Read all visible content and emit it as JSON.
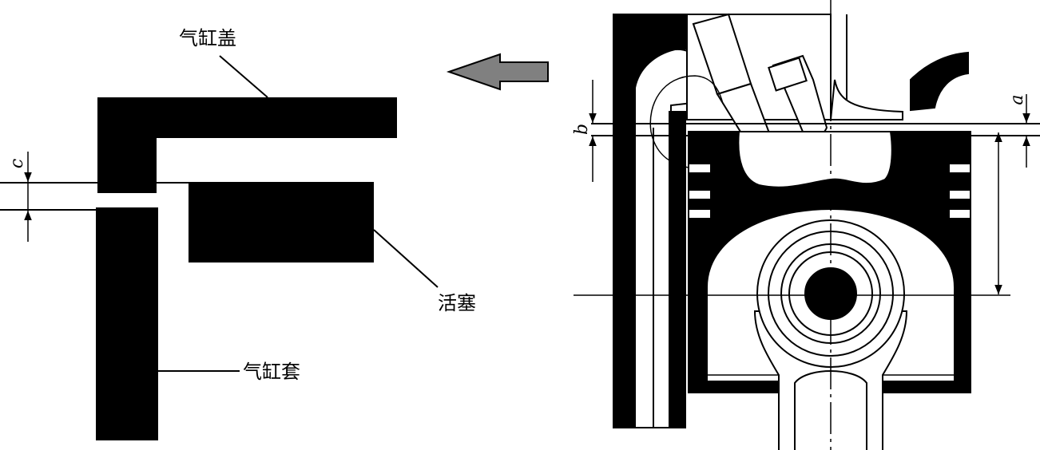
{
  "labels": {
    "cylinder_head": "气缸盖",
    "piston": "活塞",
    "cylinder_liner": "气缸套"
  },
  "dimensions": {
    "a": "a",
    "b": "b",
    "c": "c"
  },
  "colors": {
    "solid": "#000000",
    "background": "#ffffff",
    "arrow_fill": "#808080"
  },
  "icons": {
    "direction_arrow": "left-arrow-icon"
  }
}
